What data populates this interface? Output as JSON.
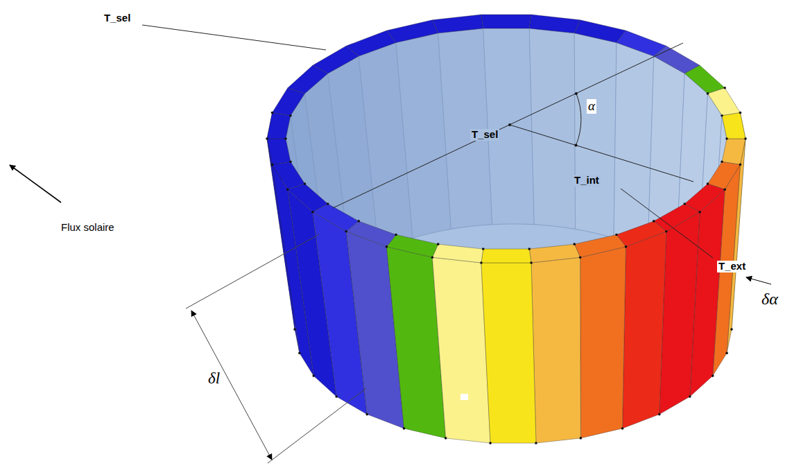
{
  "diagram": {
    "labels": [
      "T_sel",
      "T_sel",
      "α",
      "T_int",
      "T_ext",
      "δα",
      "δl",
      "Flux solaire"
    ]
  }
}
